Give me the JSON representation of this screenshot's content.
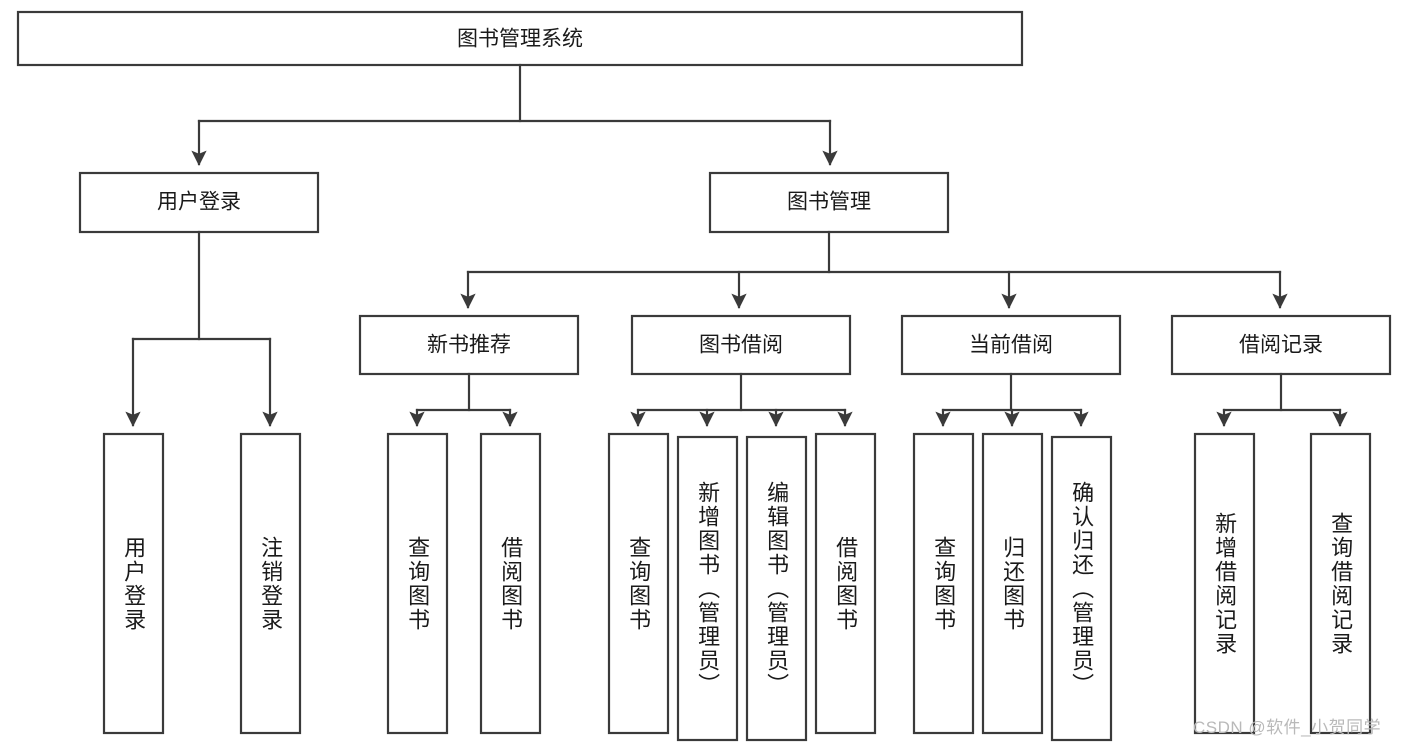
{
  "diagram": {
    "type": "tree-hierarchy-chart",
    "title_label": "图书管理系统",
    "orientation": "top-down",
    "root": {
      "label": "图书管理系统",
      "name": "root-node"
    },
    "level1": [
      {
        "label": "用户登录",
        "name": "node-user-login"
      },
      {
        "label": "图书管理",
        "name": "node-book-management"
      }
    ],
    "level2": [
      {
        "label": "新书推荐",
        "name": "node-new-book-recommend"
      },
      {
        "label": "图书借阅",
        "name": "node-book-borrow"
      },
      {
        "label": "当前借阅",
        "name": "node-current-borrow"
      },
      {
        "label": "借阅记录",
        "name": "node-borrow-record"
      }
    ],
    "leaves": {
      "user_login": [
        {
          "label": "用户登录",
          "name": "leaf-user-login"
        },
        {
          "label": "注销登录",
          "name": "leaf-logout"
        }
      ],
      "new_book_recommend": [
        {
          "label": "查询图书",
          "name": "leaf-query-book-1"
        },
        {
          "label": "借阅图书",
          "name": "leaf-borrow-book-1"
        }
      ],
      "book_borrow": [
        {
          "label": "查询图书",
          "name": "leaf-query-book-2"
        },
        {
          "label": "新增图书（管理员）",
          "name": "leaf-add-book-admin"
        },
        {
          "label": "编辑图书（管理员）",
          "name": "leaf-edit-book-admin"
        },
        {
          "label": "借阅图书",
          "name": "leaf-borrow-book-2"
        }
      ],
      "current_borrow": [
        {
          "label": "查询图书",
          "name": "leaf-query-book-3"
        },
        {
          "label": "归还图书",
          "name": "leaf-return-book"
        },
        {
          "label": "确认归还（管理员）",
          "name": "leaf-confirm-return-admin"
        }
      ],
      "borrow_record": [
        {
          "label": "新增借阅记录",
          "name": "leaf-add-borrow-record"
        },
        {
          "label": "查询借阅记录",
          "name": "leaf-query-borrow-record"
        }
      ]
    },
    "watermark": "CSDN @软件_小贺同学",
    "colors": {
      "stroke": "#3a3a3a",
      "fill": "#ffffff",
      "text": "#1a1a1a",
      "watermark": "#b9b9b9",
      "background": "#ffffff"
    }
  }
}
